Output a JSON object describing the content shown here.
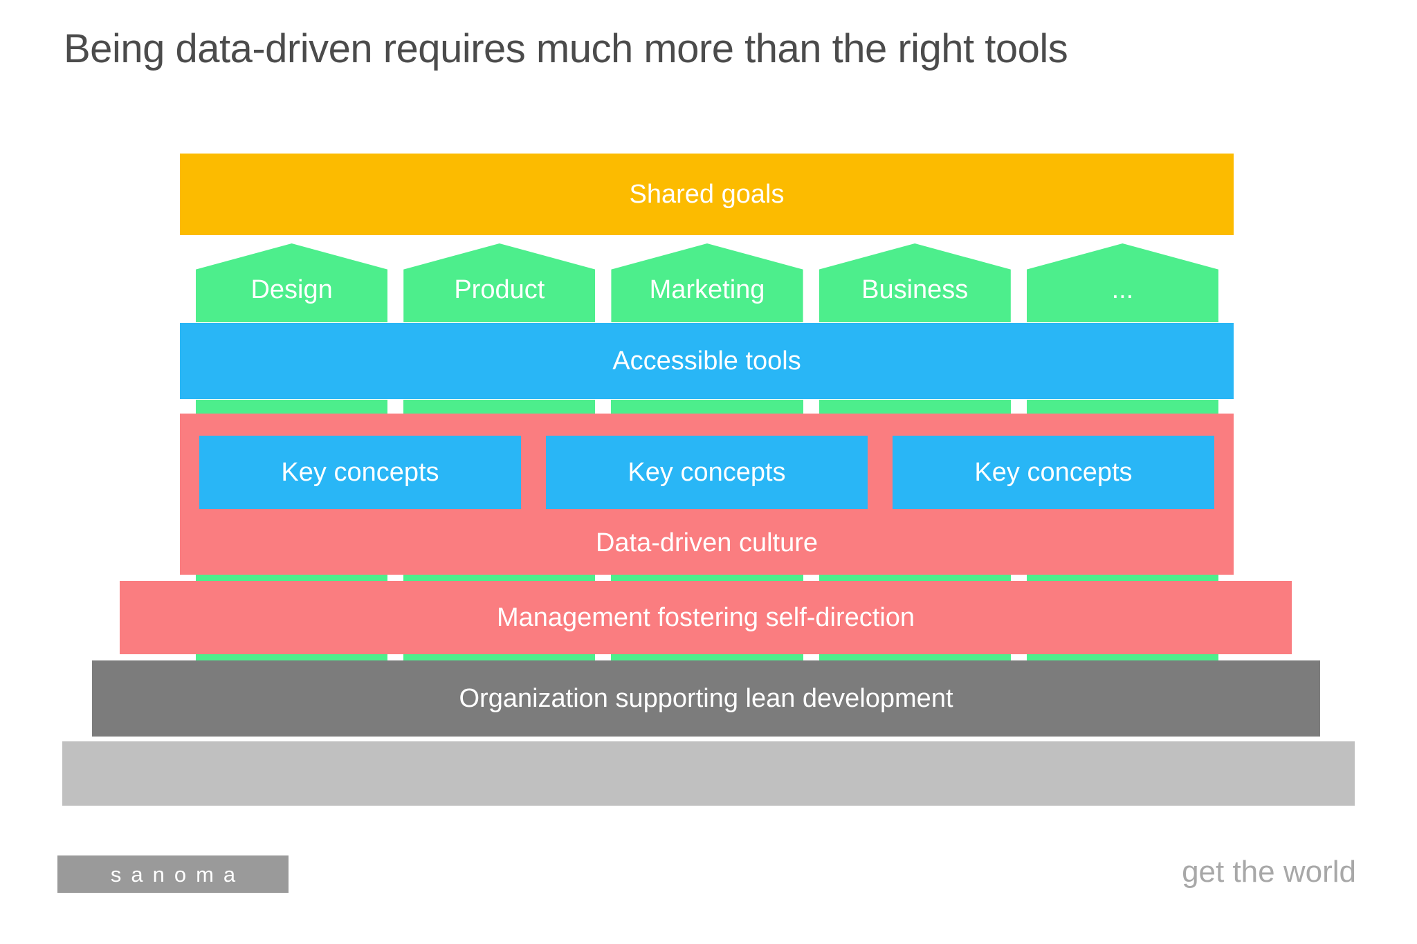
{
  "slide": {
    "title": "Being data-driven requires much more than the right tools",
    "background_color": "#ffffff",
    "title_color": "#4b4b4b"
  },
  "pyramid": {
    "shared_goals": {
      "label": "Shared goals",
      "color": "#FCBB00"
    },
    "teams": {
      "color": "#4DEE8C",
      "items": [
        {
          "label": "Design"
        },
        {
          "label": "Product"
        },
        {
          "label": "Marketing"
        },
        {
          "label": "Business"
        },
        {
          "label": "..."
        }
      ]
    },
    "accessible_tools": {
      "label": "Accessible tools",
      "color": "#29B6F6"
    },
    "culture": {
      "label": "Data-driven culture",
      "color": "#FA7D80",
      "key_concepts": [
        {
          "label": "Key concepts"
        },
        {
          "label": "Key concepts"
        },
        {
          "label": "Key concepts"
        }
      ],
      "key_concept_color": "#29B6F6"
    },
    "management": {
      "label": "Management fostering self-direction",
      "color": "#FA7D80"
    },
    "organization": {
      "label": "Organization supporting lean development",
      "color": "#7C7C7C"
    },
    "base": {
      "label": "",
      "color": "#C0C0C0"
    }
  },
  "footer": {
    "logo_text": "sanoma",
    "logo_background": "#9A9A9A",
    "tagline": "get the world",
    "tagline_color": "#A8A8A8"
  }
}
